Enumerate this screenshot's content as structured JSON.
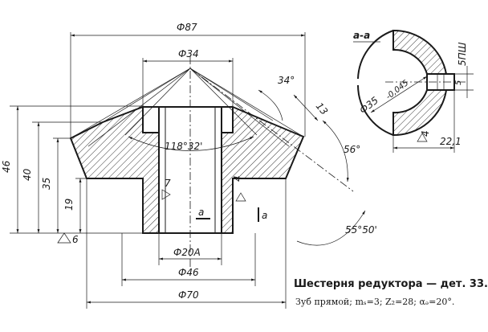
{
  "dimensions": {
    "d87": "Ф87",
    "d34": "Ф34",
    "angle34": "34°",
    "d13": "13",
    "angle118": "118°32'",
    "angle56": "56°",
    "angle5550": "55°50'",
    "h46": "46",
    "h40": "40",
    "h35": "35",
    "h19": "19",
    "rough6": "6",
    "rough7": "7",
    "rough4": "4",
    "cut_a_left": "a",
    "cut_a_right": "a",
    "d20a": "Ф20A",
    "d46": "Ф46",
    "d70": "Ф70"
  },
  "section": {
    "title": "a-a",
    "bore": "Ф35",
    "tolerance": "-0,045",
    "key_width": "5ПШ",
    "key_small": "5",
    "rough4": "4",
    "depth": "22,1"
  },
  "caption": {
    "title": "Шестерня редуктора — дет. 33.",
    "subtitle": "Зуб прямой; mₛ=3; Z₂=28; αₔ=20°."
  }
}
